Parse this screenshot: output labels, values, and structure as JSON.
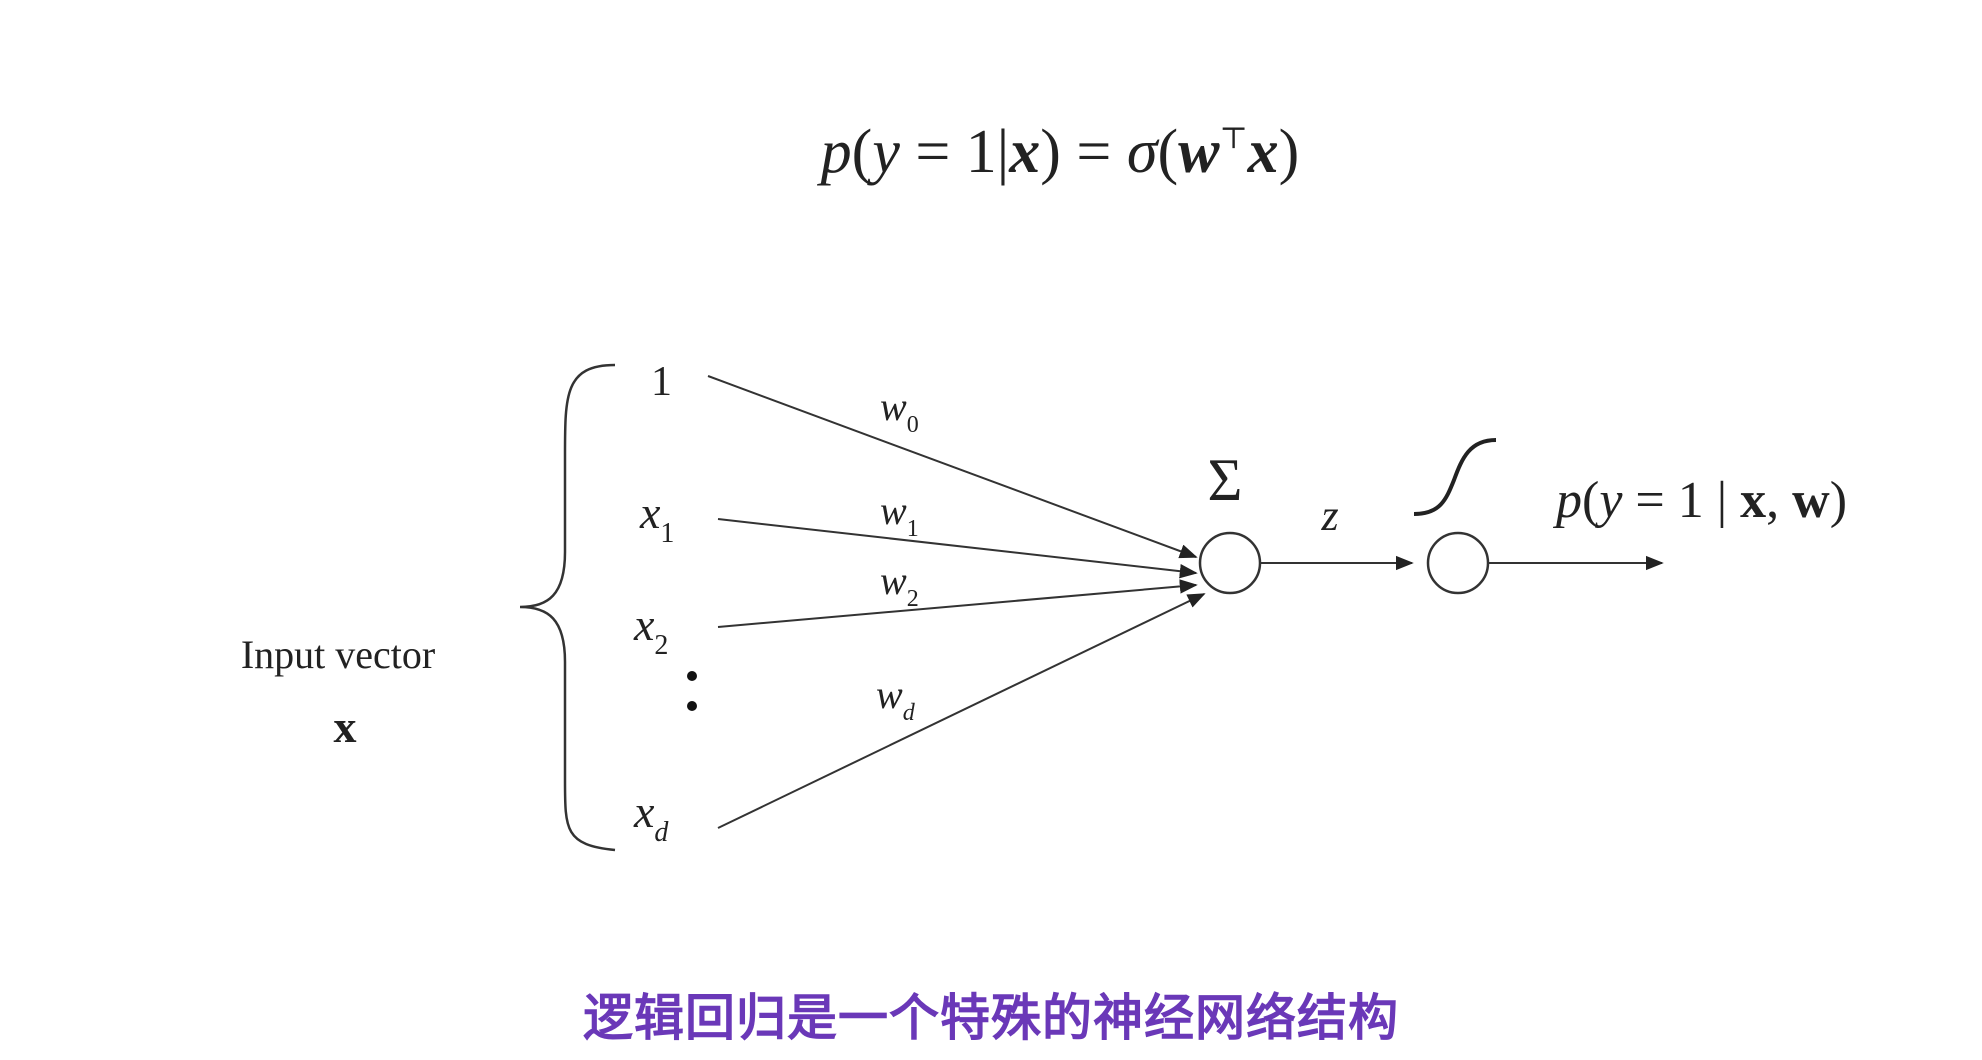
{
  "formula": {
    "p": "p",
    "lparen": "(",
    "y": "y",
    "eq1": " = 1|",
    "x1": "x",
    "rparen_eq": ") = ",
    "sigma": "σ",
    "lparen2": "(",
    "w": "w",
    "T": "⊤",
    "x2": "x",
    "rparen2": ")"
  },
  "diagram": {
    "input_label": "Input vector",
    "input_symbol": "x",
    "inputs": [
      {
        "base": "1",
        "sub": ""
      },
      {
        "base": "x",
        "sub": "1"
      },
      {
        "base": "x",
        "sub": "2"
      },
      {
        "base": "x",
        "sub": "d"
      }
    ],
    "weights": [
      {
        "base": "w",
        "sub": "0"
      },
      {
        "base": "w",
        "sub": "1"
      },
      {
        "base": "w",
        "sub": "2"
      },
      {
        "base": "w",
        "sub": "d"
      }
    ],
    "sum_symbol": "Σ",
    "z_label": "z",
    "output": {
      "p": "p",
      "open": "(",
      "y": "y",
      "mid": " = 1 | ",
      "x": "x",
      "comma": ", ",
      "w": "w",
      "close": ")"
    }
  },
  "caption": "逻辑回归是一个特殊的神经网络结构"
}
